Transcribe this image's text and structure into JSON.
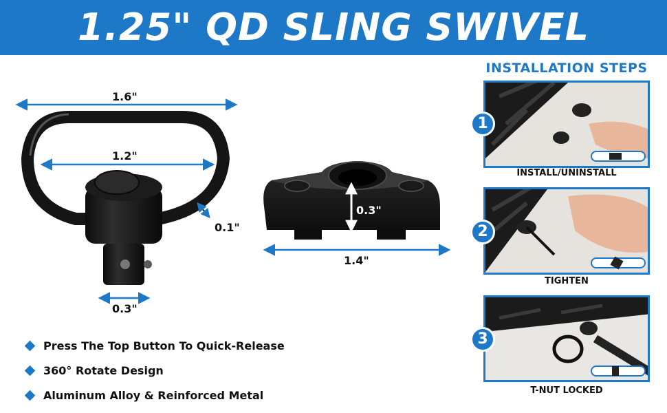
{
  "banner": {
    "title": "1.25\" QD SLING SWIVEL"
  },
  "swivel": {
    "outer_width": "1.6\"",
    "inner_width": "1.2\"",
    "thickness": "0.1\"",
    "stem_diameter": "0.3\""
  },
  "mount": {
    "height": "0.3\"",
    "length": "1.4\""
  },
  "features": [
    "Press The Top Button To Quick-Release",
    "360° Rotate Design",
    "Aluminum Alloy & Reinforced Metal"
  ],
  "installation": {
    "title": "INSTALLATION STEPS",
    "steps": [
      {
        "number": "1",
        "label": "INSTALL/UNINSTALL"
      },
      {
        "number": "2",
        "label": "TIGHTEN"
      },
      {
        "number": "3",
        "label": "T-NUT LOCKED"
      }
    ]
  },
  "colors": {
    "accent": "#1d78c8",
    "metal": "#1a1a1a"
  }
}
